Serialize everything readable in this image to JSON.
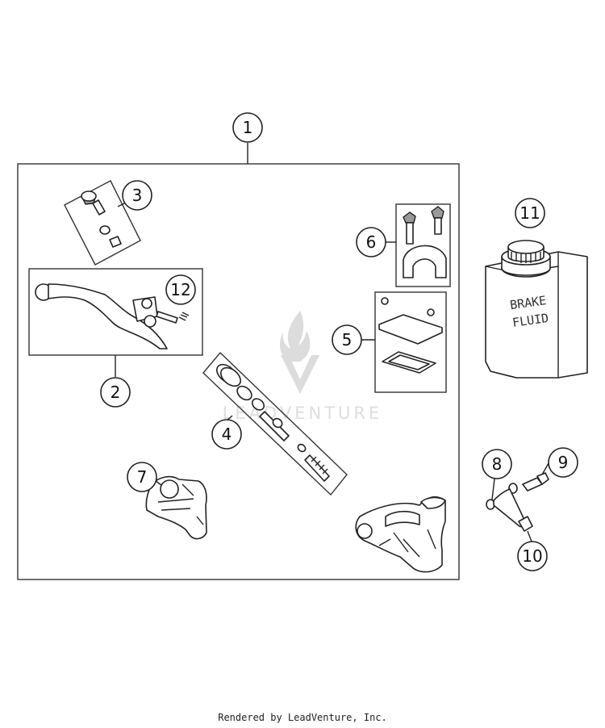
{
  "callouts": [
    "1",
    "2",
    "3",
    "4",
    "5",
    "6",
    "7",
    "8",
    "9",
    "10",
    "11",
    "12"
  ],
  "brake_fluid_label": {
    "line1": "BRAKE",
    "line2": "FLUID"
  },
  "watermark": "LEADVENTURE",
  "footer": "Rendered by LeadVenture, Inc."
}
